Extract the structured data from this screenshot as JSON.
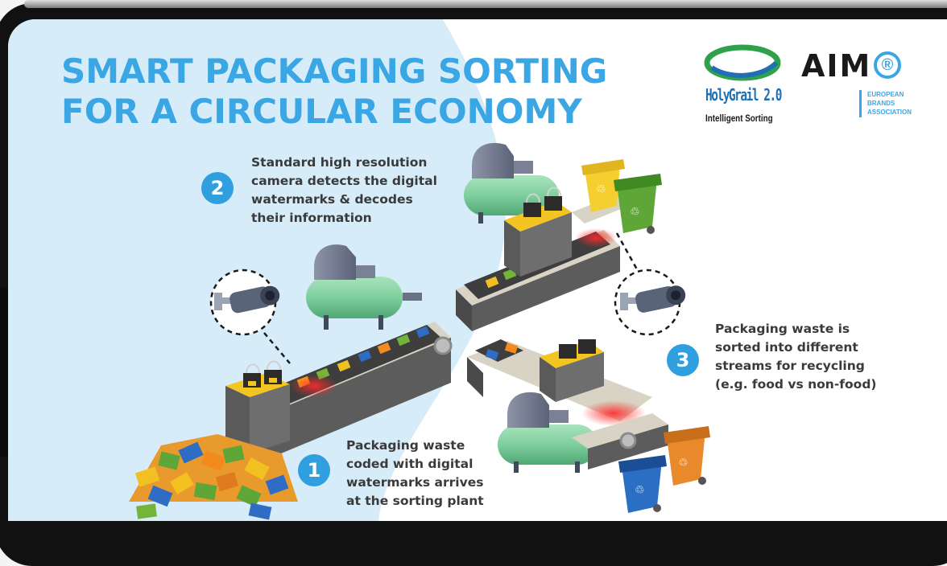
{
  "title": {
    "line1": "SMART PACKAGING SORTING",
    "line2": "FOR A CIRCULAR ECONOMY"
  },
  "logos": {
    "holygrail": {
      "name": "HolyGrail 2.0",
      "tagline": "Intelligent Sorting"
    },
    "aim": {
      "name": "AIM",
      "registered": "®",
      "sub": [
        "EUROPEAN",
        "BRANDS",
        "ASSOCIATION"
      ]
    }
  },
  "steps": [
    {
      "number": "1",
      "lines": [
        "Packaging waste",
        "coded with digital",
        "watermarks arrives",
        "at the sorting plant"
      ]
    },
    {
      "number": "2",
      "lines": [
        "Standard high resolution",
        "camera detects the digital",
        "watermarks & decodes",
        "their information"
      ]
    },
    {
      "number": "3",
      "lines": [
        "Packaging waste is",
        "sorted into different",
        "streams for recycling",
        "(e.g. food vs non-food)"
      ]
    }
  ],
  "icons": [
    "holygrail-logo-icon",
    "aim-logo-icon",
    "camera-icon",
    "air-compressor-icon",
    "conveyor-belt-icon",
    "detection-unit-icon",
    "waste-pile-icon",
    "recycling-bin-icon"
  ],
  "colors": {
    "accent_blue": "#3aa7e4",
    "badge_blue": "#2f9fe0",
    "sky_background": "#d6ecf8",
    "compressor_green": "#7fcf9e",
    "belt_dark": "#5c5c5c",
    "unit_yellow": "#f3c522",
    "bin_yellow": "#f4cf2f",
    "bin_green": "#5fa639",
    "bin_blue": "#2a6fc4",
    "bin_orange": "#e8892c",
    "text_dark": "#3a3a3a"
  }
}
